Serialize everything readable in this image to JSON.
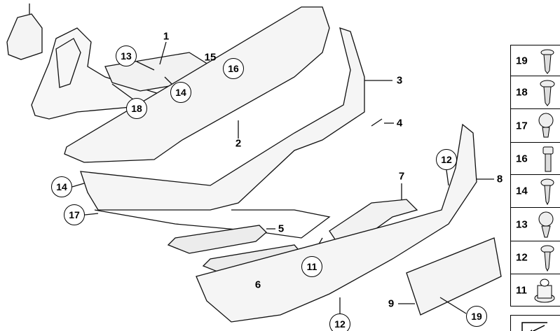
{
  "callouts": [
    {
      "id": "c1",
      "text": "1",
      "style": "plain"
    },
    {
      "id": "c13",
      "text": "13",
      "style": "circled"
    },
    {
      "id": "c14a",
      "text": "14",
      "style": "circled"
    },
    {
      "id": "c15",
      "text": "15",
      "style": "plain"
    },
    {
      "id": "c16",
      "text": "16",
      "style": "circled"
    },
    {
      "id": "c18",
      "text": "18",
      "style": "circled"
    },
    {
      "id": "c3",
      "text": "3",
      "style": "plain"
    },
    {
      "id": "c2",
      "text": "2",
      "style": "plain"
    },
    {
      "id": "c4",
      "text": "4",
      "style": "plain"
    },
    {
      "id": "c14b",
      "text": "14",
      "style": "circled"
    },
    {
      "id": "c17",
      "text": "17",
      "style": "circled"
    },
    {
      "id": "c12a",
      "text": "12",
      "style": "circled"
    },
    {
      "id": "c8",
      "text": "8",
      "style": "plain"
    },
    {
      "id": "c7",
      "text": "7",
      "style": "plain"
    },
    {
      "id": "c5",
      "text": "5",
      "style": "plain"
    },
    {
      "id": "c11",
      "text": "11",
      "style": "circled"
    },
    {
      "id": "c6",
      "text": "6",
      "style": "plain"
    },
    {
      "id": "c9",
      "text": "9",
      "style": "plain"
    },
    {
      "id": "c19",
      "text": "19",
      "style": "circled"
    },
    {
      "id": "c12b",
      "text": "12",
      "style": "circled"
    }
  ],
  "fastener_panel": [
    {
      "number": "19",
      "icon": "screw-icon"
    },
    {
      "number": "18",
      "icon": "screw-icon"
    },
    {
      "number": "17",
      "icon": "clip-nut-icon"
    },
    {
      "number": "16",
      "icon": "bolt-icon"
    },
    {
      "number": "14",
      "icon": "screw-icon"
    },
    {
      "number": "13",
      "icon": "expanding-clip-icon"
    },
    {
      "number": "12",
      "icon": "screw-icon"
    },
    {
      "number": "11",
      "icon": "hex-nut-icon"
    }
  ]
}
